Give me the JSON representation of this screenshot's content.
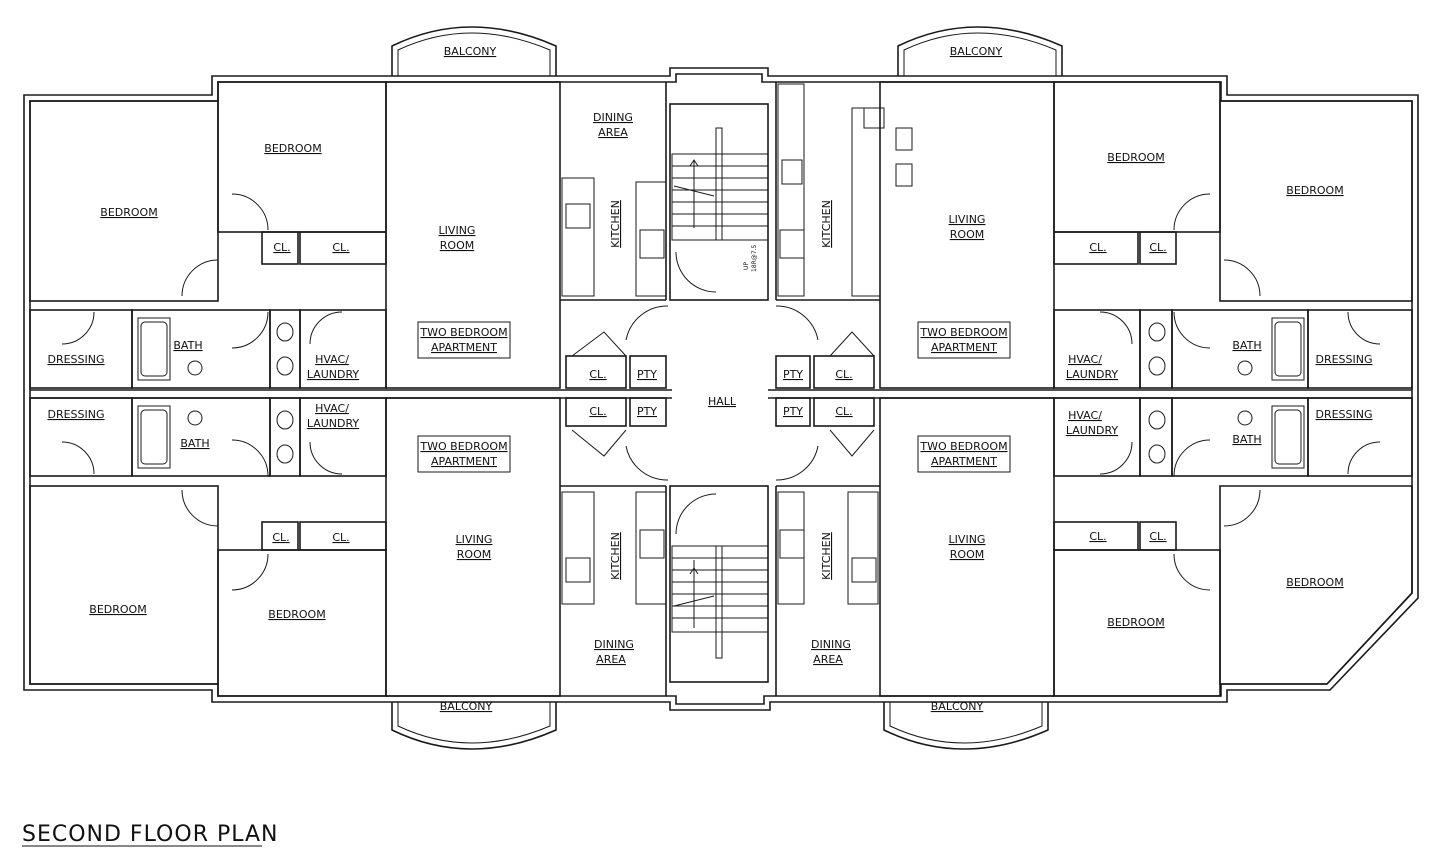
{
  "plan_title": "SECOND FLOOR PLAN",
  "hall": "HALL",
  "stair_note": [
    "UP",
    "18R@7.5"
  ],
  "units": {
    "top_left": {
      "apartment": [
        "TWO BEDROOM",
        "APARTMENT"
      ],
      "living": [
        "LIVING",
        "ROOM"
      ],
      "dining": [
        "DINING",
        "AREA"
      ],
      "kitchen": "KITCHEN",
      "balcony": "BALCONY",
      "bedroom_a": "BEDROOM",
      "bedroom_b": "BEDROOM",
      "cl_a": "CL.",
      "cl_b": "CL.",
      "dressing": "DRESSING",
      "bath": "BATH",
      "hvac": [
        "HVAC/",
        "LAUNDRY"
      ],
      "cl_hall": "CL.",
      "pty": "PTY"
    },
    "top_right": {
      "apartment": [
        "TWO BEDROOM",
        "APARTMENT"
      ],
      "living": [
        "LIVING",
        "ROOM"
      ],
      "kitchen": "KITCHEN",
      "balcony": "BALCONY",
      "bedroom_a": "BEDROOM",
      "bedroom_b": "BEDROOM",
      "cl_a": "CL.",
      "cl_b": "CL.",
      "dressing": "DRESSING",
      "bath": "BATH",
      "hvac": [
        "HVAC/",
        "LAUNDRY"
      ],
      "cl_hall": "CL.",
      "pty": "PTY"
    },
    "bottom_left": {
      "apartment": [
        "TWO BEDROOM",
        "APARTMENT"
      ],
      "living": [
        "LIVING",
        "ROOM"
      ],
      "dining": [
        "DINING",
        "AREA"
      ],
      "kitchen": "KITCHEN",
      "balcony": "BALCONY",
      "bedroom_a": "BEDROOM",
      "bedroom_b": "BEDROOM",
      "cl_a": "CL.",
      "cl_b": "CL.",
      "dressing": "DRESSING",
      "bath": "BATH",
      "hvac": [
        "HVAC/",
        "LAUNDRY"
      ],
      "cl_hall": "CL.",
      "pty": "PTY"
    },
    "bottom_right": {
      "apartment": [
        "TWO BEDROOM",
        "APARTMENT"
      ],
      "living": [
        "LIVING",
        "ROOM"
      ],
      "dining": [
        "DINING",
        "AREA"
      ],
      "kitchen": "KITCHEN",
      "balcony": "BALCONY",
      "bedroom_a": "BEDROOM",
      "bedroom_b": "BEDROOM",
      "cl_a": "CL.",
      "cl_b": "CL.",
      "dressing": "DRESSING",
      "bath": "BATH",
      "hvac": [
        "HVAC/",
        "LAUNDRY"
      ],
      "cl_hall": "CL.",
      "pty": "PTY"
    }
  }
}
